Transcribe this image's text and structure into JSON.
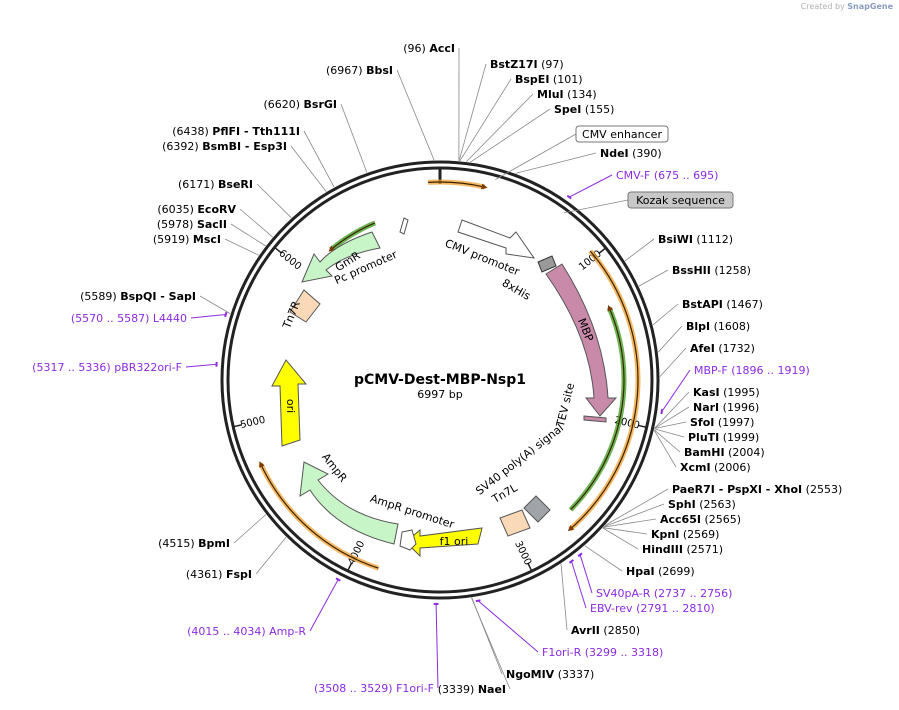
{
  "credit": {
    "prefix": "Created by",
    "brand": "SnapGene"
  },
  "plasmid": {
    "name": "pCMV-Dest-MBP-Nsp1",
    "length_label": "6997 bp",
    "length": 6997
  },
  "ticks": [
    "1000",
    "2000",
    "3000",
    "4000",
    "5000",
    "6000"
  ],
  "sites": [
    {
      "name": "AccI",
      "pos": "(96)"
    },
    {
      "name": "BstZ17I",
      "pos": "(97)"
    },
    {
      "name": "BspEI",
      "pos": "(101)"
    },
    {
      "name": "MluI",
      "pos": "(134)"
    },
    {
      "name": "SpeI",
      "pos": "(155)"
    },
    {
      "name": "NdeI",
      "pos": "(390)"
    },
    {
      "name": "BsiWI",
      "pos": "(1112)"
    },
    {
      "name": "BssHII",
      "pos": "(1258)"
    },
    {
      "name": "BstAPI",
      "pos": "(1467)"
    },
    {
      "name": "BlpI",
      "pos": "(1608)"
    },
    {
      "name": "AfeI",
      "pos": "(1732)"
    },
    {
      "name": "KasI",
      "pos": "(1995)"
    },
    {
      "name": "NarI",
      "pos": "(1996)"
    },
    {
      "name": "SfoI",
      "pos": "(1997)"
    },
    {
      "name": "PluTI",
      "pos": "(1999)"
    },
    {
      "name": "BamHI",
      "pos": "(2004)"
    },
    {
      "name": "XcmI",
      "pos": "(2006)"
    },
    {
      "name": "PaeR7I",
      "pos": "(2553)",
      "extra": "- PspXI - XhoI"
    },
    {
      "name": "SphI",
      "pos": "(2563)"
    },
    {
      "name": "Acc65I",
      "pos": "(2565)"
    },
    {
      "name": "KpnI",
      "pos": "(2569)"
    },
    {
      "name": "HindIII",
      "pos": "(2571)"
    },
    {
      "name": "HpaI",
      "pos": "(2699)"
    },
    {
      "name": "AvrII",
      "pos": "(2850)"
    },
    {
      "name": "NgoMIV",
      "pos": "(3337)"
    },
    {
      "name": "NaeI",
      "pos": "(3339)"
    },
    {
      "name": "FspI",
      "pos": "(4361)"
    },
    {
      "name": "BpmI",
      "pos": "(4515)"
    },
    {
      "name": "BspQI",
      "pos": "(5589)",
      "extra": "- SapI"
    },
    {
      "name": "MscI",
      "pos": "(5919)"
    },
    {
      "name": "SacII",
      "pos": "(5978)"
    },
    {
      "name": "EcoRV",
      "pos": "(6035)"
    },
    {
      "name": "BseRI",
      "pos": "(6171)"
    },
    {
      "name": "BsmBI",
      "pos": "(6392)",
      "extra": "- Esp3I"
    },
    {
      "name": "PflFI",
      "pos": "(6438)",
      "extra": "- Tth111I"
    },
    {
      "name": "BsrGI",
      "pos": "(6620)"
    },
    {
      "name": "BbsI",
      "pos": "(6967)"
    }
  ],
  "primers": [
    {
      "name": "CMV-F",
      "range": "(675 .. 695)"
    },
    {
      "name": "MBP-F",
      "range": "(1896 .. 1919)"
    },
    {
      "name": "SV40pA-R",
      "range": "(2737 .. 2756)"
    },
    {
      "name": "EBV-rev",
      "range": "(2791 .. 2810)"
    },
    {
      "name": "F1ori-R",
      "range": "(3299 .. 3318)"
    },
    {
      "name": "F1ori-F",
      "range": "(3508 .. 3529)"
    },
    {
      "name": "Amp-R",
      "range": "(4015 .. 4034)"
    },
    {
      "name": "pBR322ori-F",
      "range": "(5317 .. 5336)"
    },
    {
      "name": "L4440",
      "range": "(5570 .. 5587)"
    }
  ],
  "boxed_features": [
    {
      "name": "CMV enhancer",
      "fill": "#ffffff"
    },
    {
      "name": "Kozak sequence",
      "fill": "#c8c8c8"
    }
  ],
  "features": [
    {
      "name": "CMV promoter"
    },
    {
      "name": "8xHis"
    },
    {
      "name": "MBP"
    },
    {
      "name": "TEV site"
    },
    {
      "name": "SV40 poly(A) signal"
    },
    {
      "name": "Tn7L"
    },
    {
      "name": "f1 ori"
    },
    {
      "name": "AmpR promoter"
    },
    {
      "name": "AmpR"
    },
    {
      "name": "ori"
    },
    {
      "name": "Tn7R"
    },
    {
      "name": "Pc promoter"
    },
    {
      "name": "GmR"
    }
  ],
  "colors": {
    "backbone": "#222222",
    "orf_orange": "#f0a030",
    "orf_green": "#3a9a1a",
    "mbp": "#c88aa8",
    "amp": "#c8f5c8",
    "ori_yellow": "#ffff00",
    "tn7": "#fad9b8",
    "primer": "#8c2be0"
  }
}
